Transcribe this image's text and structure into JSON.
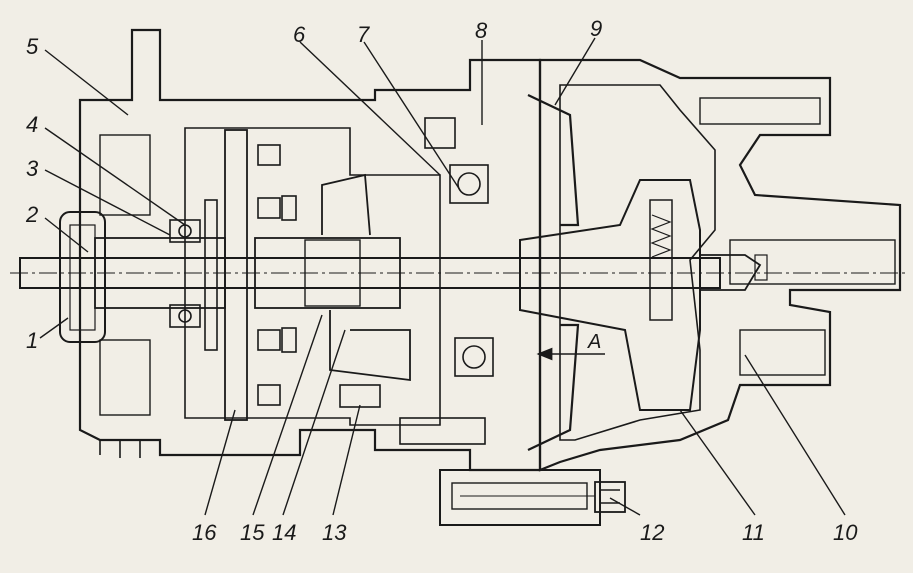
{
  "callouts": {
    "c1": "1",
    "c2": "2",
    "c3": "3",
    "c4": "4",
    "c5": "5",
    "c6": "6",
    "c7": "7",
    "c8": "8",
    "c9": "9",
    "c10": "10",
    "c11": "11",
    "c12": "12",
    "c13": "13",
    "c14": "14",
    "c15": "15",
    "c16": "16"
  },
  "view_arrow_label": "A",
  "colors": {
    "ink": "#1a1a1a",
    "paper": "#f1eee6"
  }
}
